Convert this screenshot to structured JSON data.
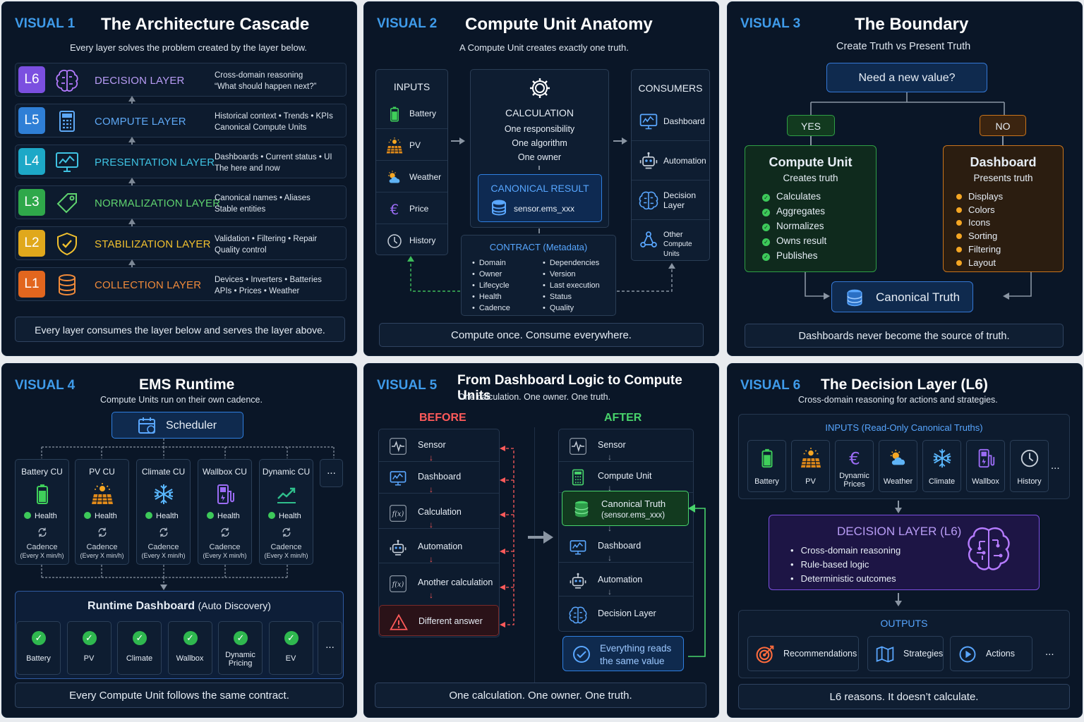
{
  "v1": {
    "num": "VISUAL 1",
    "title": "The Architecture Cascade",
    "subtitle": "Every layer solves the problem created by the layer below.",
    "layers": [
      {
        "badge": "L6",
        "name": "DECISION LAYER",
        "d1": "Cross-domain reasoning",
        "d2": "“What should happen next?”",
        "color": "#7b4fe0",
        "text": "#b89cf5",
        "icon": "brain-icon"
      },
      {
        "badge": "L5",
        "name": "COMPUTE LAYER",
        "d1": "Historical context • Trends • KPIs",
        "d2": "Canonical Compute Units",
        "color": "#2f7fd6",
        "text": "#5ea8f5",
        "icon": "calculator-icon"
      },
      {
        "badge": "L4",
        "name": "PRESENTATION LAYER",
        "d1": "Dashboards • Current status • UI",
        "d2": "The here and now",
        "color": "#1da8c7",
        "text": "#3fc3e3",
        "icon": "monitor-icon"
      },
      {
        "badge": "L3",
        "name": "NORMALIZATION LAYER",
        "d1": "Canonical names • Aliases",
        "d2": "Stable entities",
        "color": "#2fa84a",
        "text": "#5fd36f",
        "icon": "tag-icon"
      },
      {
        "badge": "L2",
        "name": "STABILIZATION LAYER",
        "d1": "Validation • Filtering • Repair",
        "d2": "Quality control",
        "color": "#e0a81c",
        "text": "#f2c12e",
        "icon": "shield-icon"
      },
      {
        "badge": "L1",
        "name": "COLLECTION LAYER",
        "d1": "Devices • Inverters • Batteries",
        "d2": "APIs • Prices • Weather",
        "color": "#e2661e",
        "text": "#f08a3a",
        "icon": "database-icon"
      }
    ],
    "footer": "Every layer consumes the layer below and serves the layer above."
  },
  "v2": {
    "num": "VISUAL 2",
    "title": "Compute Unit Anatomy",
    "subtitle": "A Compute Unit creates exactly one truth.",
    "inputs_title": "INPUTS",
    "inputs": [
      "Battery",
      "PV",
      "Weather",
      "Price",
      "History"
    ],
    "calc_title": "CALCULATION",
    "calc_lines": [
      "One responsibility",
      "One algorithm",
      "One owner"
    ],
    "result_title": "CANONICAL RESULT",
    "result_value": "sensor.ems_xxx",
    "consumers_title": "CONSUMERS",
    "consumers": [
      {
        "l1": "Dashboard",
        "l2": ""
      },
      {
        "l1": "Automation",
        "l2": ""
      },
      {
        "l1": "Decision",
        "l2": "Layer"
      },
      {
        "l1": "Other",
        "l2": "Compute Units"
      }
    ],
    "contract_title": "CONTRACT (Metadata)",
    "contract_left": [
      "Domain",
      "Owner",
      "Lifecycle",
      "Health",
      "Cadence"
    ],
    "contract_right": [
      "Dependencies",
      "Version",
      "Last execution",
      "Status",
      "Quality"
    ],
    "footer": "Compute once. Consume everywhere."
  },
  "v3": {
    "num": "VISUAL 3",
    "title": "The Boundary",
    "subtitle": "Create Truth vs Present Truth",
    "question": "Need a new value?",
    "yes": "YES",
    "no": "NO",
    "cu_title": "Compute Unit",
    "cu_sub": "Creates truth",
    "cu_items": [
      "Calculates",
      "Aggregates",
      "Normalizes",
      "Owns result",
      "Publishes"
    ],
    "db_title": "Dashboard",
    "db_sub": "Presents truth",
    "db_items": [
      "Displays",
      "Colors",
      "Icons",
      "Sorting",
      "Filtering",
      "Layout"
    ],
    "truth": "Canonical Truth",
    "footer": "Dashboards never become the source of truth."
  },
  "v4": {
    "num": "VISUAL 4",
    "title": "EMS Runtime",
    "subtitle": "Compute Units run on their own cadence.",
    "scheduler": "Scheduler",
    "cus": [
      {
        "name": "Battery CU",
        "icon": "battery-icon"
      },
      {
        "name": "PV CU",
        "icon": "solar-panel-icon"
      },
      {
        "name": "Climate CU",
        "icon": "snowflake-icon"
      },
      {
        "name": "Wallbox CU",
        "icon": "ev-charger-icon"
      },
      {
        "name": "Dynamic CU",
        "icon": "trend-chart-icon"
      }
    ],
    "health": "Health",
    "cadence": "Cadence",
    "cadence_detail": "(Every X min/h)",
    "more": "...",
    "dash_title": "Runtime Dashboard",
    "dash_suffix": "(Auto Discovery)",
    "dash_items": [
      {
        "l1": "Battery",
        "l2": ""
      },
      {
        "l1": "PV",
        "l2": ""
      },
      {
        "l1": "Climate",
        "l2": ""
      },
      {
        "l1": "Wallbox",
        "l2": ""
      },
      {
        "l1": "Dynamic",
        "l2": "Pricing"
      },
      {
        "l1": "EV",
        "l2": ""
      }
    ],
    "footer": "Every Compute Unit follows the same contract."
  },
  "v5": {
    "num": "VISUAL 5",
    "title": "From Dashboard Logic to Compute Units",
    "subtitle": "One calculation. One owner. One truth.",
    "before": "BEFORE",
    "after": "AFTER",
    "before_items": [
      "Sensor",
      "Dashboard",
      "Calculation",
      "Automation",
      "Another calculation",
      "Different answer"
    ],
    "after_items": [
      "Sensor",
      "Compute Unit",
      "Canonical Truth",
      "(sensor.ems_xxx)",
      "Dashboard",
      "Automation",
      "Decision Layer"
    ],
    "everything": "Everything reads",
    "same_value": "the same value",
    "footer": "One calculation. One owner. One truth."
  },
  "v6": {
    "num": "VISUAL 6",
    "title": "The Decision Layer (L6)",
    "subtitle": "Cross-domain reasoning for actions and strategies.",
    "inputs_title": "INPUTS (Read-Only Canonical Truths)",
    "inputs": [
      {
        "l1": "Battery",
        "l2": ""
      },
      {
        "l1": "PV",
        "l2": ""
      },
      {
        "l1": "Dynamic",
        "l2": "Prices"
      },
      {
        "l1": "Weather",
        "l2": ""
      },
      {
        "l1": "Climate",
        "l2": ""
      },
      {
        "l1": "Wallbox",
        "l2": ""
      },
      {
        "l1": "History",
        "l2": ""
      }
    ],
    "decision_title": "DECISION LAYER (L6)",
    "decision_items": [
      "Cross-domain reasoning",
      "Rule-based logic",
      "Deterministic outcomes"
    ],
    "outputs_title": "OUTPUTS",
    "outputs": [
      "Recommendations",
      "Strategies",
      "Actions"
    ],
    "more": "...",
    "footer": "L6 reasons. It doesn’t calculate."
  }
}
